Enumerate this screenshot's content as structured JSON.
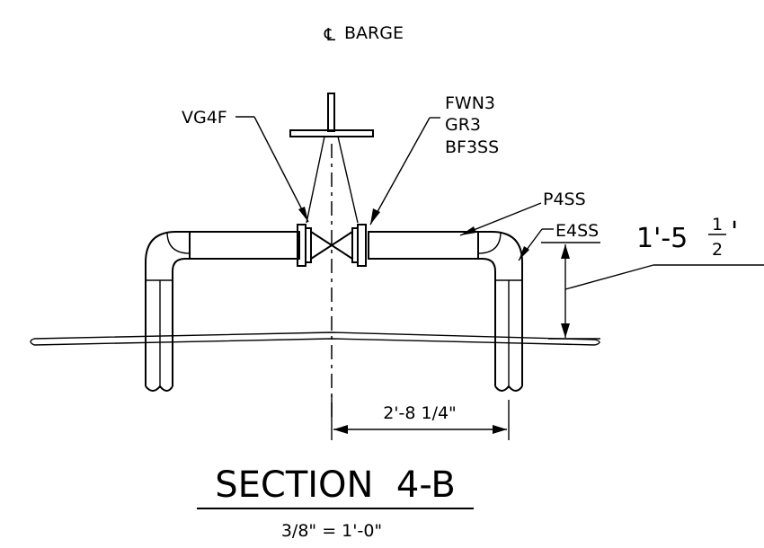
{
  "drawing": {
    "centerline_label": "BARGE",
    "centerline_symbol": "℄",
    "callouts": {
      "valve": "VG4F",
      "flange_line1": "FWN3",
      "flange_line2": "GR3",
      "flange_line3": "BF3SS",
      "pipe": "P4SS",
      "elbow": "E4SS"
    },
    "dimensions": {
      "height_prefix": "1'-5",
      "height_frac_num": "1",
      "height_frac_den": "2",
      "height_suffix": "'",
      "width": "2'-8 1/4\""
    },
    "title": "SECTION  4-B",
    "scale": "3/8\" = 1'-0\""
  }
}
